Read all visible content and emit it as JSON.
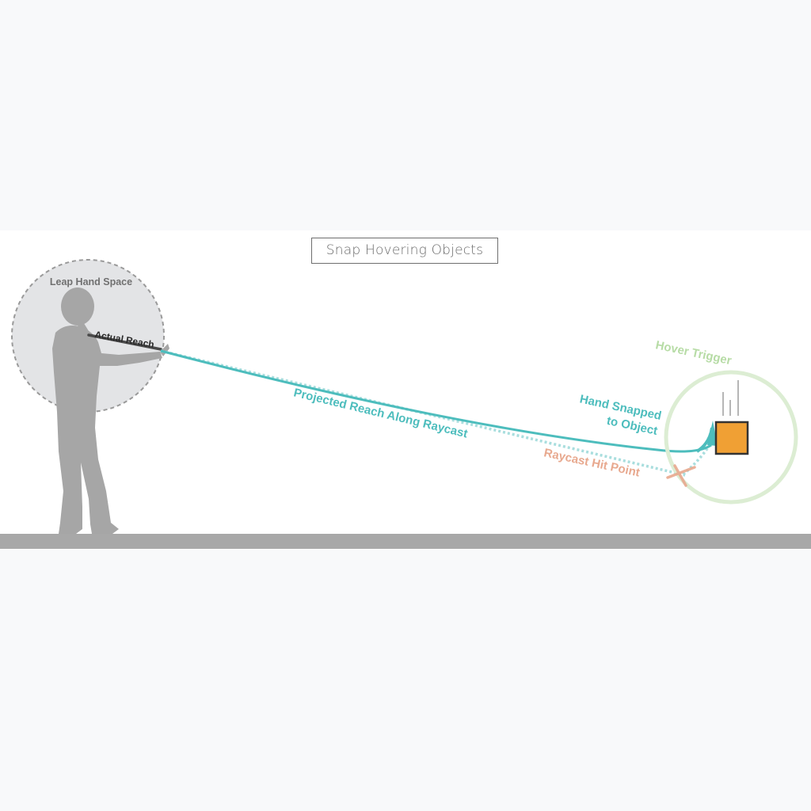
{
  "title": "Snap Hovering Objects",
  "labels": {
    "leap_hand_space": "Leap Hand Space",
    "actual_reach": "Actual Reach",
    "projected_reach": "Projected Reach Along Raycast",
    "hand_snapped_line1": "Hand Snapped",
    "hand_snapped_line2": "to Object",
    "raycast_hit_point": "Raycast Hit Point",
    "hover_trigger": "Hover Trigger"
  },
  "colors": {
    "background": "#f8f9fa",
    "panel": "#ffffff",
    "figure": "#a6a6a6",
    "hand_space_fill": "#e3e4e6",
    "hand_space_stroke": "#9a9a9a",
    "teal": "#4dbdbd",
    "teal_light": "#a9dede",
    "salmon": "#e8a98f",
    "hover_green": "#dcedd3",
    "hover_text": "#b7dca6",
    "object": "#f0a034",
    "ground": "#a8a8a8"
  }
}
